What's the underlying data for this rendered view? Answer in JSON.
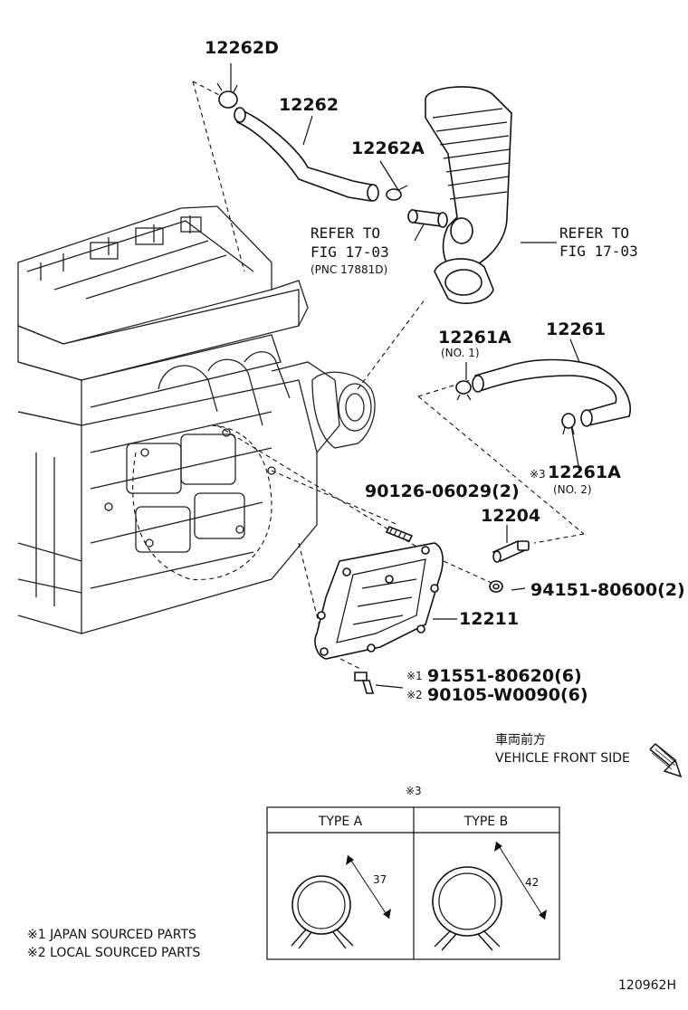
{
  "parts": {
    "clamp_12262d": "12262D",
    "hose_12262": "12262",
    "clamp_12262a": "12262A",
    "hose_12261": "12261",
    "clamp_12261a_no1": "12261A",
    "clamp_12261a_no1_sub": "(NO. 1)",
    "clamp_12261a_no2_mark": "※3",
    "clamp_12261a_no2": "12261A",
    "clamp_12261a_no2_sub": "(NO. 2)",
    "stud": "90126-06029(2)",
    "valve_12204": "12204",
    "nut": "94151-80600(2)",
    "cover_12211": "12211",
    "bolt1_mark": "※1",
    "bolt1": "91551-80620(6)",
    "bolt2_mark": "※2",
    "bolt2": "90105-W0090(6)"
  },
  "refs": {
    "left_line1": "REFER TO",
    "left_line2": "FIG 17-03",
    "left_line3": "(PNC 17881D)",
    "right_line1": "REFER TO",
    "right_line2": "FIG 17-03"
  },
  "direction": {
    "japanese": "車両前方",
    "english": "VEHICLE FRONT SIDE"
  },
  "clamp_table": {
    "mark": "※3",
    "type_a": {
      "label": "TYPE A",
      "dimension": "37"
    },
    "type_b": {
      "label": "TYPE B",
      "dimension": "42"
    }
  },
  "notes": [
    "※1 JAPAN SOURCED PARTS",
    "※2 LOCAL SOURCED PARTS"
  ],
  "figure_code": "120962H"
}
